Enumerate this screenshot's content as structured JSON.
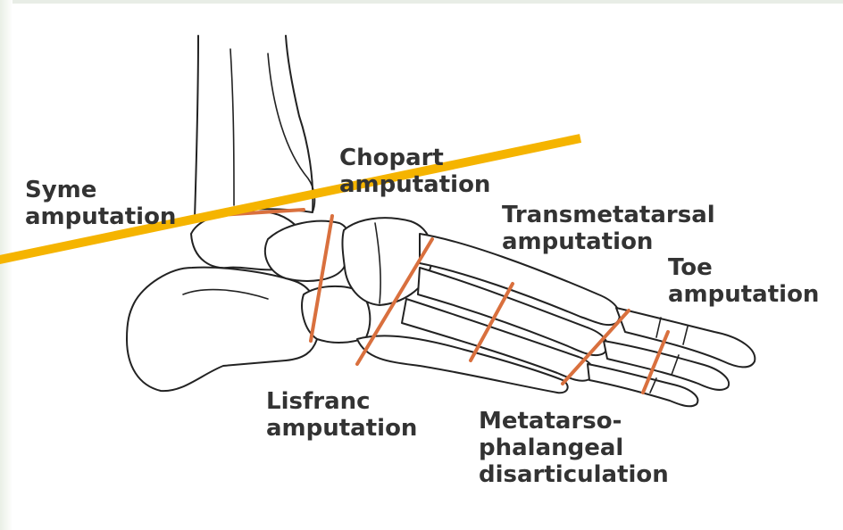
{
  "colors": {
    "cut_line": "#d9703e",
    "highlight_line": "#f5b400",
    "bone_outline": "#222222",
    "label_text": "#333333"
  },
  "labels": {
    "syme": [
      "Syme",
      "amputation"
    ],
    "chopart": [
      "Chopart",
      "amputation"
    ],
    "transmetatarsal": [
      "Transmetatarsal",
      "amputation"
    ],
    "toe": [
      "Toe",
      "amputation"
    ],
    "lisfranc": [
      "Lisfranc",
      "amputation"
    ],
    "mtp": [
      "Metatarso-",
      "phalangeal",
      "disarticulation"
    ]
  }
}
